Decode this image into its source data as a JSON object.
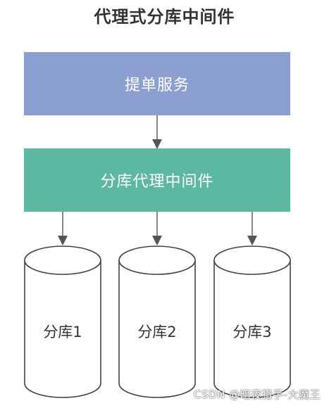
{
  "title": "代理式分库中间件",
  "nodes": {
    "service": "提单服务",
    "middleware": "分库代理中间件",
    "databases": [
      "分库1",
      "分库2",
      "分库3"
    ]
  },
  "colors": {
    "service_fill": "#8c9fd1",
    "middleware_fill": "#5cb8a0",
    "arrow": "#555555",
    "cylinder_stroke": "#444444"
  },
  "watermark": "CSDN @暗夜猎手-大魔王"
}
